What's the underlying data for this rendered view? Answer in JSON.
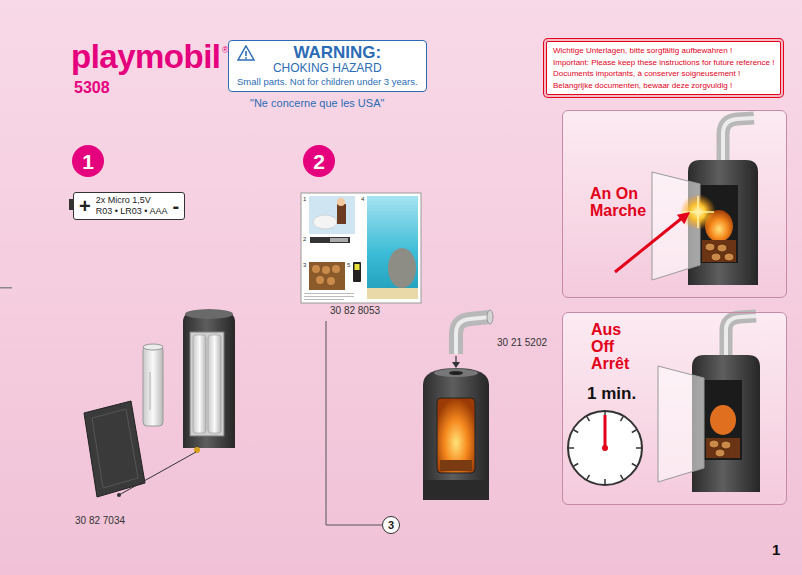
{
  "diagram": {
    "nodes": [
      {
        "text": [
          "WARNING:",
          "CHOKING HAZARD",
          "Small parts. Not for children under 3 years."
        ]
      },
      {
        "text": [
          "Wichtige Unterlagen, bitte sorgfältig aufbewahren !",
          "Important: Please keep these instructions for future reference !",
          "Documents importants, à conserver soigneusement !",
          "Belangrijke documenten, bewaar deze zorgvuldig !"
        ]
      },
      {
        "text": [
          "1"
        ]
      },
      {
        "text": [
          "+",
          "2x Micro 1,5V",
          "R03 • LR03 • AAA",
          "-"
        ]
      },
      {
        "text": [
          "2"
        ]
      },
      {
        "text": [
          "3"
        ]
      },
      {
        "text": [
          "An On Marche"
        ]
      },
      {
        "text": [
          "Aus Off Arrêt",
          "1 min."
        ]
      }
    ],
    "labels": [
      "playmobil",
      "®",
      "5308",
      "\"Ne concerne que les USA\"",
      "1",
      "4",
      "2",
      "3",
      "5",
      "30 82 8053",
      "30 82 7034",
      "30 21 5202",
      "1"
    ]
  }
}
